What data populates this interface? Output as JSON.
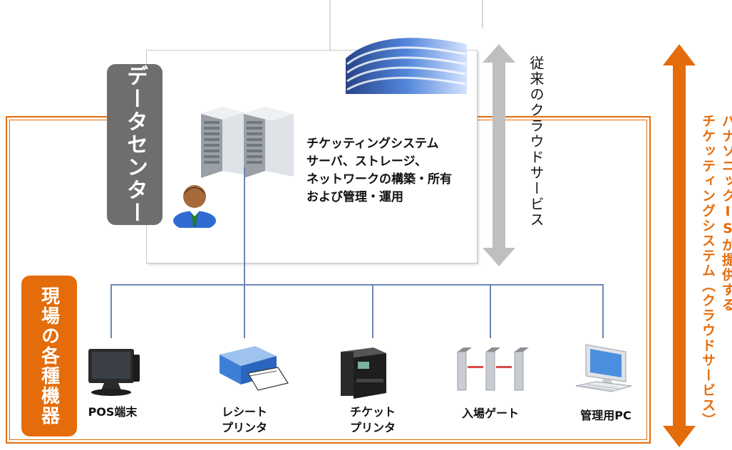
{
  "datacenter": {
    "label": "データセンター",
    "description": [
      "チケッティングシステム",
      "サーバ、ストレージ、",
      "ネットワークの構築・所有",
      "および管理・運用"
    ]
  },
  "site": {
    "label": "現場の各種機器"
  },
  "scopes": {
    "conventional_cloud": "従来のクラウドサービス",
    "panasonic_line1": "パナソニックISが提供する",
    "panasonic_line2": "チケッティングシステム（クラウドサービス）"
  },
  "devices": [
    {
      "label_line1": "POS端末",
      "label_line2": "",
      "icon": "pos-terminal-icon"
    },
    {
      "label_line1": "レシート",
      "label_line2": "プリンタ",
      "icon": "receipt-printer-icon"
    },
    {
      "label_line1": "チケット",
      "label_line2": "プリンタ",
      "icon": "ticket-printer-icon"
    },
    {
      "label_line1": "入場ゲート",
      "label_line2": "",
      "icon": "entrance-gate-icon"
    },
    {
      "label_line1": "管理用PC",
      "label_line2": "",
      "icon": "admin-pc-icon"
    }
  ],
  "colors": {
    "accent_orange": "#e46c0a",
    "label_gray": "#6e6e6e",
    "arrow_gray": "#bfbfbf",
    "connector_blue": "#6c86b5"
  }
}
